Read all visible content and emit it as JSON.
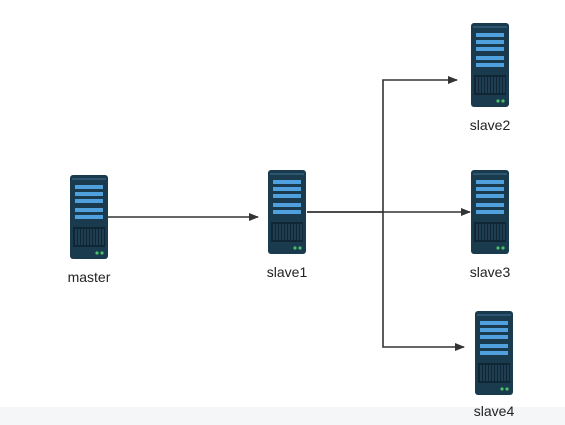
{
  "diagram": {
    "nodes": [
      {
        "id": "master",
        "label": "master"
      },
      {
        "id": "slave1",
        "label": "slave1"
      },
      {
        "id": "slave2",
        "label": "slave2"
      },
      {
        "id": "slave3",
        "label": "slave3"
      },
      {
        "id": "slave4",
        "label": "slave4"
      }
    ],
    "edges": [
      {
        "from": "master",
        "to": "slave1"
      },
      {
        "from": "slave1",
        "to": "slave2"
      },
      {
        "from": "slave1",
        "to": "slave3"
      },
      {
        "from": "slave1",
        "to": "slave4"
      }
    ],
    "icon": "server-rack-icon",
    "colors": {
      "server_body": "#1a3a4e",
      "server_accent": "#4fa0dd",
      "server_led": "#49c06a",
      "edge": "#333333"
    }
  }
}
